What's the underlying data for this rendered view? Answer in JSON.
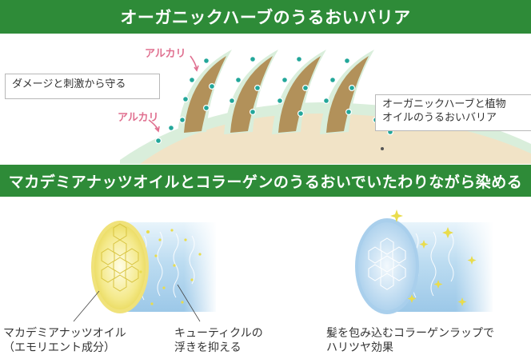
{
  "header": {
    "title": "オーガニックハーブのうるおいバリア"
  },
  "top_section": {
    "left_box": "ダメージと刺激から守る",
    "right_box_line1": "オーガニックハーブと植物",
    "right_box_line2": "オイルのうるおいバリア",
    "alkali_label_1": "アルカリ",
    "alkali_label_2": "アルカリ"
  },
  "middle_banner": {
    "title": "マカデミアナッツオイルとコラーゲンのうるおいでいたわりながら染める"
  },
  "bottom_section": {
    "caption_left_line1": "マカデミアナッツオイル",
    "caption_left_line2": "（エモリエント成分）",
    "caption_mid_line1": "キューティクルの",
    "caption_mid_line2": "浮きを抑える",
    "caption_right_line1": "髪を包み込むコラーゲンラップで",
    "caption_right_line2": "ハリツヤ効果"
  },
  "colors": {
    "banner_green": "#2e8b38",
    "hair_brown": "#b2915a",
    "barrier_green": "#d9eedb",
    "scalp_beige": "#f1e3c6",
    "dot_teal": "#23a79a",
    "alkali_pink": "#e07090",
    "oil_yellow": "#f0e27a",
    "collagen_blue": "#bfe0f5"
  }
}
